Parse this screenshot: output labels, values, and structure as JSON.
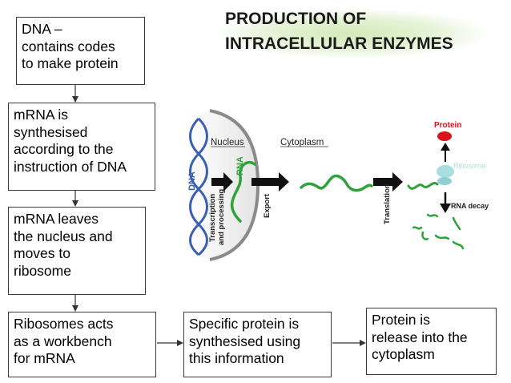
{
  "title": "PRODUCTION OF\nINTRACELLULAR ENZYMES",
  "boxes": {
    "dna": "DNA –\ncontains codes\nto make protein",
    "mrna_synth": "mRNA is\nsynthesised\naccording to the\ninstruction of DNA",
    "mrna_leaves": "mRNA leaves\nthe nucleus and\nmoves to\nribosome",
    "ribosomes": "Ribosomes acts\nas a workbench\nfor mRNA",
    "specific": "Specific protein is\nsynthesised using\nthis information",
    "release": "Protein is\nrelease into the\ncytoplasm"
  },
  "figure": {
    "nucleus": "Nucleus",
    "cytoplasm": "Cytoplasm",
    "dna": "DNA",
    "rna": "RNA",
    "transcription": "Transcription",
    "and_processing": "and processing",
    "export": "Export",
    "translation": "Translation",
    "protein": "Protein",
    "ribosome": "Ribosome",
    "rna_decay": "RNA decay"
  },
  "colors": {
    "protein": "#d8141c",
    "ribosome": "#a9dede",
    "rna": "#2ea33a",
    "dna": "#3a5fb0"
  }
}
